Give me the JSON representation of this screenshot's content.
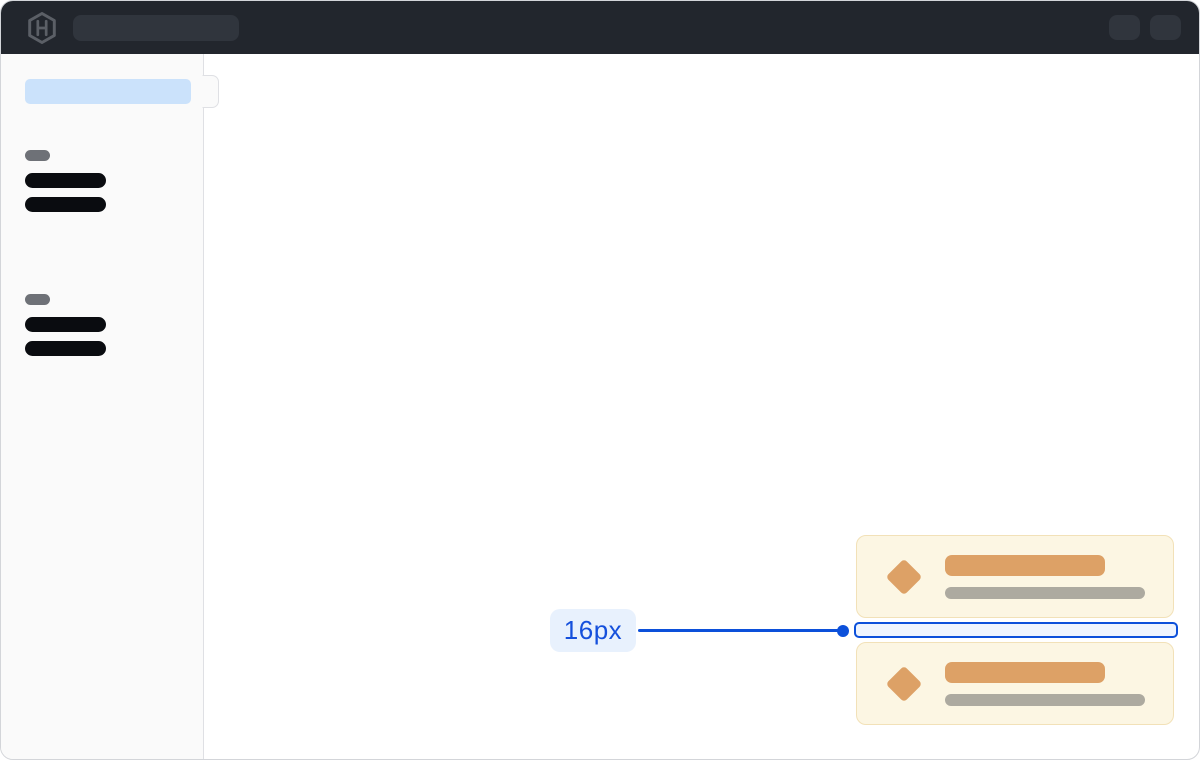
{
  "topbar": {
    "logo_icon": "hashicorp-logo",
    "background_color": "#22262d",
    "skeletons": {
      "search_placeholder": true,
      "action_buttons": 2
    }
  },
  "sidebar": {
    "background_color": "#fafafa",
    "selected_item_color": "#cbe2fb",
    "groups": [
      {
        "section_label_skeleton": true,
        "item_skeletons": 2
      },
      {
        "section_label_skeleton": true,
        "item_skeletons": 2
      }
    ]
  },
  "cards": {
    "count": 2,
    "background_color": "#fcf6e3",
    "border_color": "#f2e1b8",
    "icon": "diamond-icon",
    "icon_color": "#dda166",
    "title_bar_color": "#dda166",
    "subtitle_bar_color": "#adaaa0"
  },
  "spacing_annotation": {
    "label": "16px",
    "accent_color": "#0c50da",
    "label_background": "#e8f1fd",
    "measured_gap_fill": "#eef4fe"
  }
}
